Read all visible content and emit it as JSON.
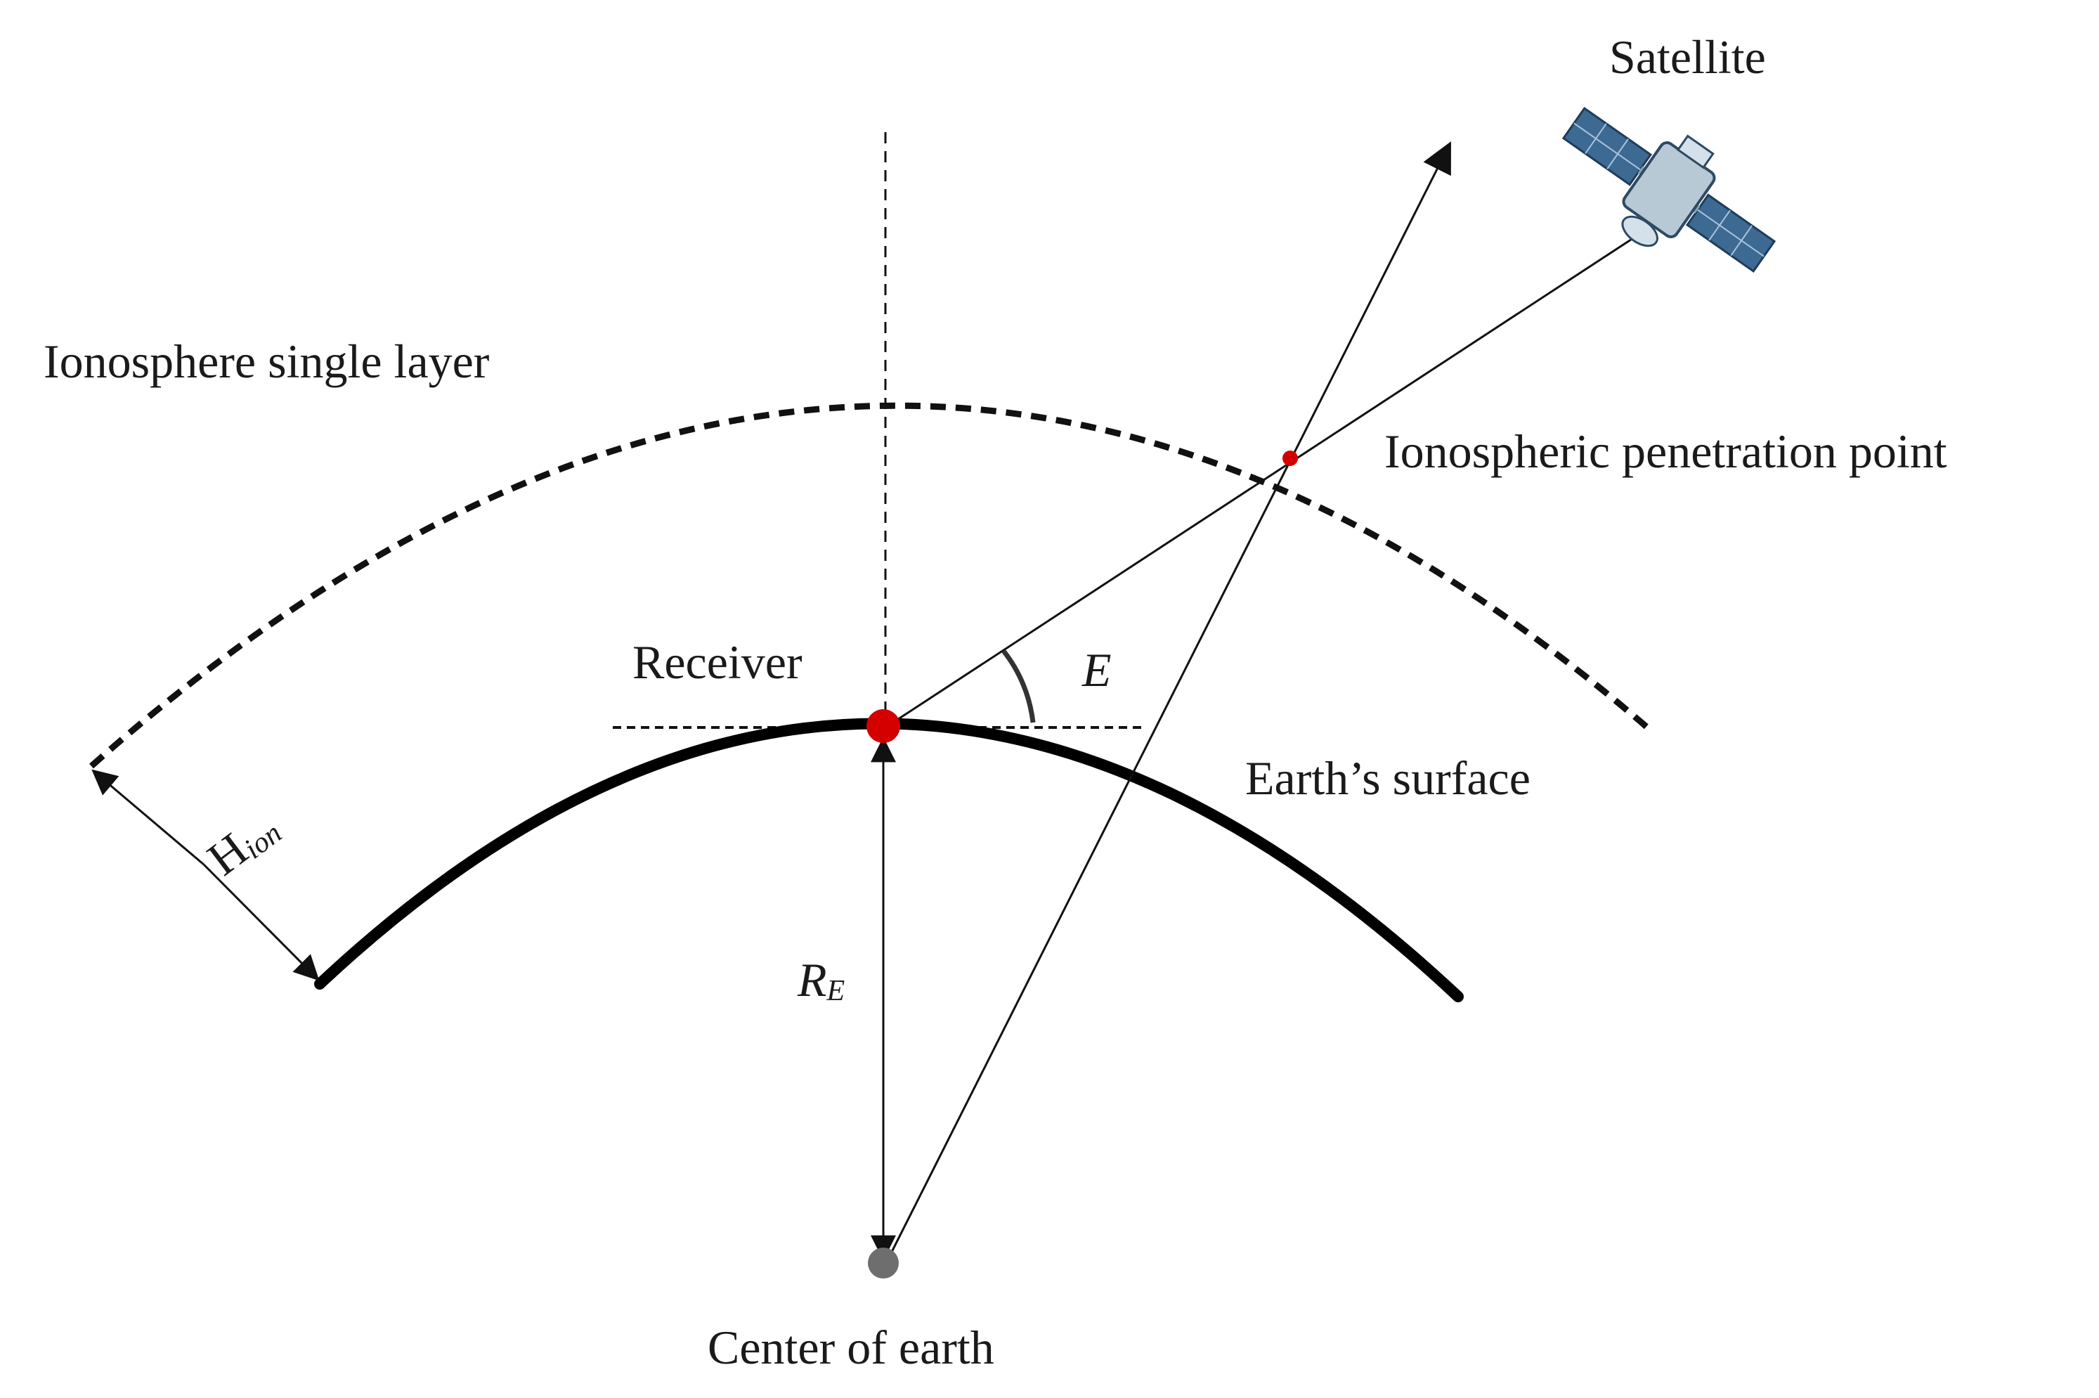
{
  "labels": {
    "satellite": "Satellite",
    "ionosphere_layer": "Ionosphere single layer",
    "ipp": "Ionospheric penetration point",
    "receiver": "Receiver",
    "elevation_angle": "E",
    "earth_surface": "Earth’s surface",
    "height_main": "H",
    "height_sub": "ion",
    "radius_main": "R",
    "radius_sub": "E",
    "center": "Center of earth"
  },
  "colors": {
    "line": "#111111",
    "receiver_dot": "#d40000",
    "ipp_dot": "#d40000",
    "center_dot": "#6e6e6e",
    "satellite_body": "#b8c9d6",
    "satellite_panel": "#3d6a93"
  },
  "icons": {
    "satellite": "satellite-icon"
  }
}
